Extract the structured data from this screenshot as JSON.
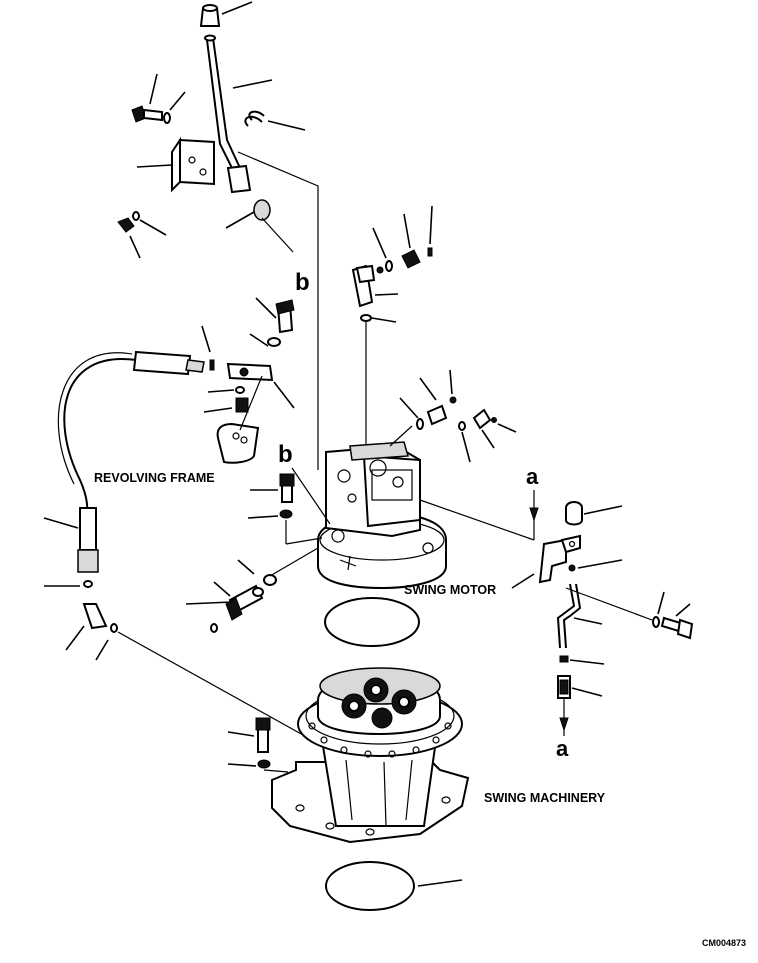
{
  "labels": {
    "revolving_frame": "REVOLVING FRAME",
    "swing_motor": "SWING MOTOR",
    "swing_machinery": "SWING MACHINERY",
    "ref_b_top": "b",
    "ref_b_mid": "b",
    "ref_a_top": "a",
    "ref_a_bottom": "a",
    "drawing_code": "CM004873"
  }
}
